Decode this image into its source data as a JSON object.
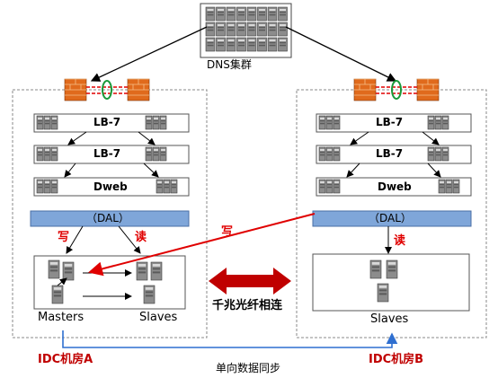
{
  "dns_label": "DNS集群",
  "idc_a": {
    "lb_rows": [
      "LB-7",
      "LB-7"
    ],
    "dweb": "Dweb",
    "dal": "（DAL）",
    "write": "写",
    "read": "读",
    "masters": "Masters",
    "slaves": "Slaves",
    "name": "IDC机房A"
  },
  "idc_b": {
    "lb_rows": [
      "LB-7",
      "LB-7"
    ],
    "dweb": "Dweb",
    "dal": "（DAL）",
    "write": "写",
    "read": "读",
    "slaves": "Slaves",
    "name": "IDC机房B"
  },
  "link_label": "千兆光纤相连",
  "sync_label": "单向数据同步",
  "colors": {
    "dal_fill": "#7fa6d9",
    "write_red": "#e00000",
    "idc_red": "#c00000",
    "sync_blue": "#2f6fd0",
    "big_arrow_red": "#c00000"
  }
}
